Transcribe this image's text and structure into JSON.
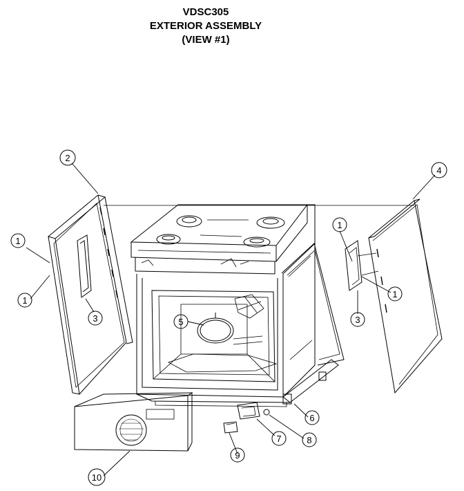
{
  "header": {
    "model": "VDSC305",
    "title": "EXTERIOR ASSEMBLY",
    "view": "(VIEW #1)"
  },
  "callouts": [
    {
      "id": "c1a",
      "label": "1"
    },
    {
      "id": "c1b",
      "label": "1"
    },
    {
      "id": "c1c",
      "label": "1"
    },
    {
      "id": "c1d",
      "label": "1"
    },
    {
      "id": "c2",
      "label": "2"
    },
    {
      "id": "c3a",
      "label": "3"
    },
    {
      "id": "c3b",
      "label": "3"
    },
    {
      "id": "c4",
      "label": "4"
    },
    {
      "id": "c5",
      "label": "5"
    },
    {
      "id": "c6",
      "label": "6"
    },
    {
      "id": "c7",
      "label": "7"
    },
    {
      "id": "c8",
      "label": "8"
    },
    {
      "id": "c9",
      "label": "9"
    },
    {
      "id": "c10",
      "label": "10"
    }
  ]
}
